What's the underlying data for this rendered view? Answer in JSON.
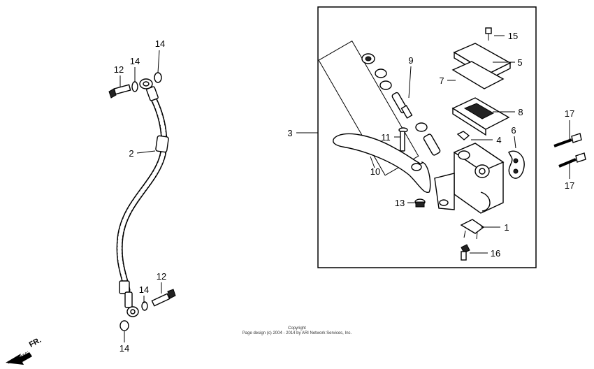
{
  "labels": {
    "p1": "1",
    "p2": "2",
    "p3": "3",
    "p4": "4",
    "p5": "5",
    "p6": "6",
    "p7": "7",
    "p8": "8",
    "p9": "9",
    "p10": "10",
    "p11": "11",
    "p12_top": "12",
    "p12_bottom": "12",
    "p13": "13",
    "p14_top_left": "14",
    "p14_top_right": "14",
    "p14_mid": "14",
    "p14_bottom": "14",
    "p15": "15",
    "p16": "16",
    "p17_top": "17",
    "p17_bottom": "17"
  },
  "direction_marker": "FR.",
  "copyright": {
    "line1": "Copyright",
    "line2": "Page design (c) 2004 - 2014 by ARI Network Services, Inc."
  },
  "icons": {
    "direction": "front-arrow-icon"
  }
}
